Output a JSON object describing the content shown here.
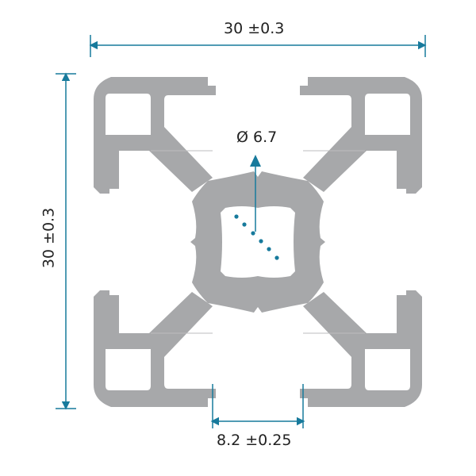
{
  "drawing": {
    "title": "30x30 aluminium extrusion profile cross-section, slot 8",
    "profile_color": "#a7a8aa",
    "accent_color": "#177a9c",
    "text_color": "#222222"
  },
  "dimensions": {
    "width": {
      "value": "30",
      "tolerance": "±0.3",
      "label": "30  ±0.3"
    },
    "height": {
      "value": "30",
      "tolerance": "±0.3",
      "label": "30  ±0.3"
    },
    "slot_width": {
      "value": "8.2",
      "tolerance": "±0.25",
      "label": "8.2 ±0.25"
    },
    "center_bore": {
      "symbol": "Ø",
      "value": "6.7",
      "label": "Ø 6.7"
    }
  }
}
